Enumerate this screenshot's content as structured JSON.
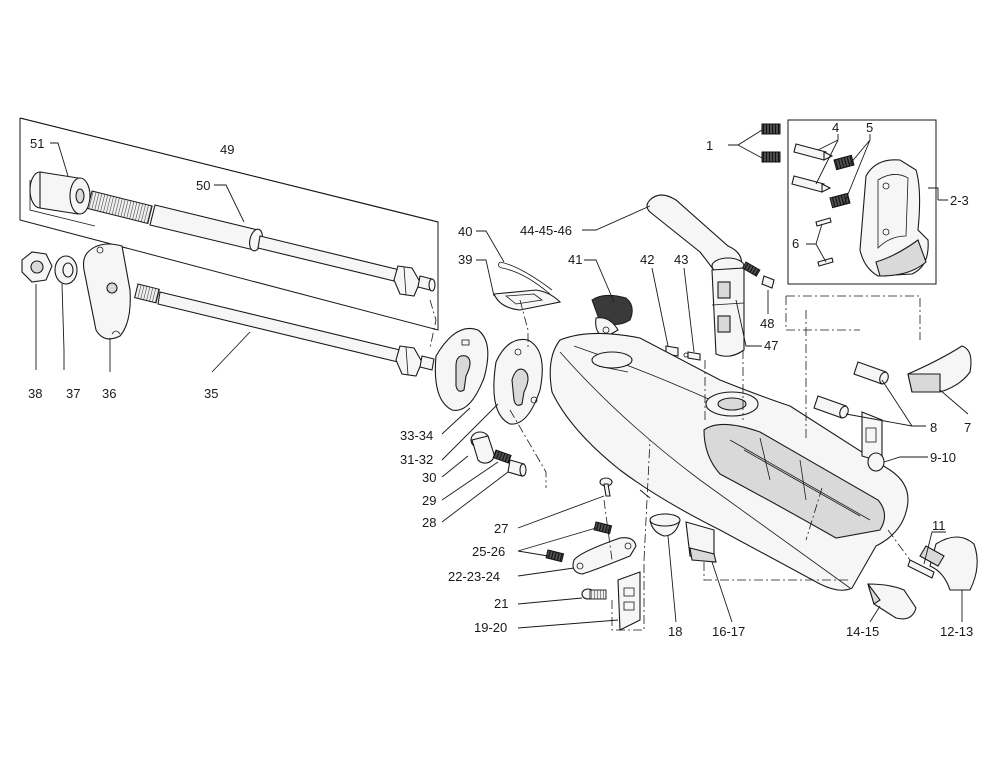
{
  "labels": {
    "l1": "1",
    "l2_3": "2-3",
    "l4": "4",
    "l5": "5",
    "l6": "6",
    "l7": "7",
    "l8": "8",
    "l9_10": "9-10",
    "l11": "11",
    "l12_13": "12-13",
    "l14_15": "14-15",
    "l16_17": "16-17",
    "l18": "18",
    "l19_20": "19-20",
    "l21": "21",
    "l22_23_24": "22-23-24",
    "l25_26": "25-26",
    "l27": "27",
    "l28": "28",
    "l29": "29",
    "l30": "30",
    "l31_32": "31-32",
    "l33_34": "33-34",
    "l35": "35",
    "l36": "36",
    "l37": "37",
    "l38": "38",
    "l39": "39",
    "l40": "40",
    "l41": "41",
    "l42": "42",
    "l43": "43",
    "l44_45_46": "44-45-46",
    "l47": "47",
    "l48": "48",
    "l49": "49",
    "l50": "50",
    "l51": "51"
  }
}
